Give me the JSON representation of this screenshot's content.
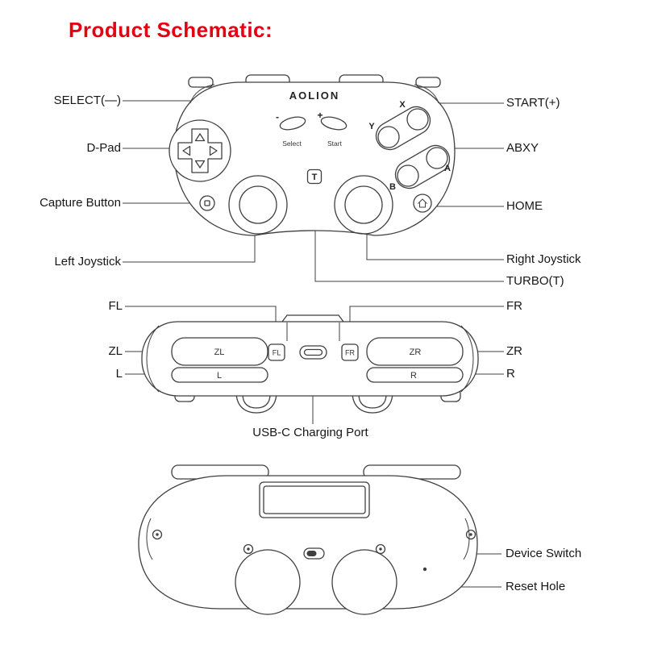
{
  "title": "Product Schematic:",
  "colors": {
    "accent": "#e60012",
    "line": "#3f3f3f",
    "text": "#161616"
  },
  "top_view": {
    "brand": "AOLION",
    "select_sign": "-",
    "start_sign": "+",
    "select_caption": "Select",
    "start_caption": "Start",
    "turbo_button": "T",
    "btn_x": "X",
    "btn_y": "Y",
    "btn_a": "A",
    "btn_b": "B",
    "labels": {
      "select": "SELECT(—)",
      "dpad": "D-Pad",
      "capture": "Capture Button",
      "left_joystick": "Left Joystick",
      "start": "START(+)",
      "abxy": "ABXY",
      "home": "HOME",
      "right_joystick": "Right Joystick",
      "turbo": "TURBO(T)"
    }
  },
  "edge_view": {
    "zl_button": "ZL",
    "zr_button": "ZR",
    "l_button": "L",
    "r_button": "R",
    "fl_button": "FL",
    "fr_button": "FR",
    "labels": {
      "fl": "FL",
      "fr": "FR",
      "zl": "ZL",
      "zr": "ZR",
      "l": "L",
      "r": "R",
      "usb": "USB-C Charging Port"
    }
  },
  "back_view": {
    "labels": {
      "device_switch": "Device Switch",
      "reset_hole": "Reset Hole"
    }
  }
}
